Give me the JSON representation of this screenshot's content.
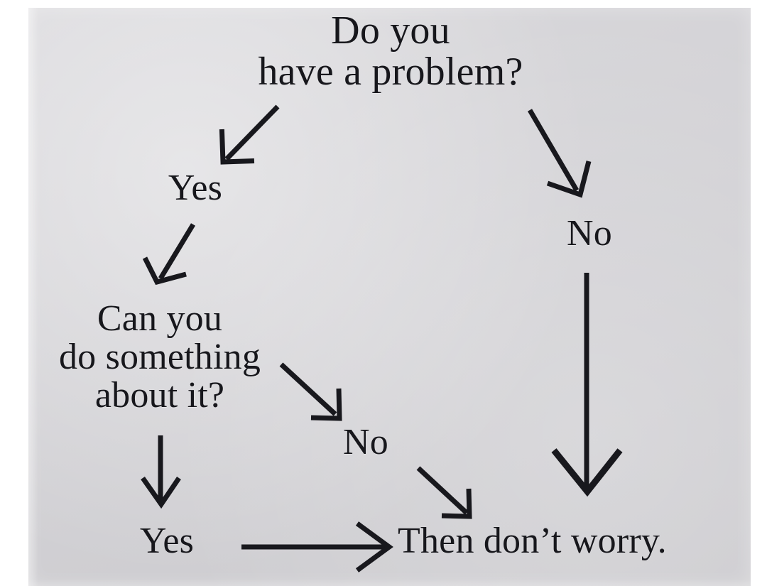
{
  "image": {
    "kind": "scanned-flowchart",
    "background_page_color": "#ffffff",
    "panel_color": "#d4d3d7",
    "ink_color": "#18181d"
  },
  "flowchart": {
    "title": "Do you\nhave a problem?",
    "nodes": {
      "question": "Do you\nhave a problem?",
      "yes_top": "Yes",
      "no_right": "No",
      "action_question": "Can you\ndo something\nabout it?",
      "no_mid": "No",
      "yes_bottom": "Yes",
      "conclusion": "Then don’t worry."
    },
    "edges": [
      {
        "name": "question-to-yes",
        "from": "question",
        "to": "yes_top",
        "label": "",
        "style": "diagonal-down-left"
      },
      {
        "name": "question-to-no",
        "from": "question",
        "to": "no_right",
        "label": "",
        "style": "diagonal-down-right"
      },
      {
        "name": "yes-to-action",
        "from": "yes_top",
        "to": "action_question",
        "label": "",
        "style": "diagonal-down-left"
      },
      {
        "name": "action-to-no",
        "from": "action_question",
        "to": "no_mid",
        "label": "",
        "style": "diagonal-down-right"
      },
      {
        "name": "action-to-yes",
        "from": "action_question",
        "to": "yes_bottom",
        "label": "",
        "style": "vertical-down"
      },
      {
        "name": "no-mid-to-conclusion",
        "from": "no_mid",
        "to": "conclusion",
        "label": "",
        "style": "diagonal-down-right"
      },
      {
        "name": "yes-bottom-to-conclusion",
        "from": "yes_bottom",
        "to": "conclusion",
        "label": "",
        "style": "horizontal-right"
      },
      {
        "name": "no-right-to-conclusion",
        "from": "no_right",
        "to": "conclusion",
        "label": "",
        "style": "long-vertical-down"
      }
    ]
  }
}
